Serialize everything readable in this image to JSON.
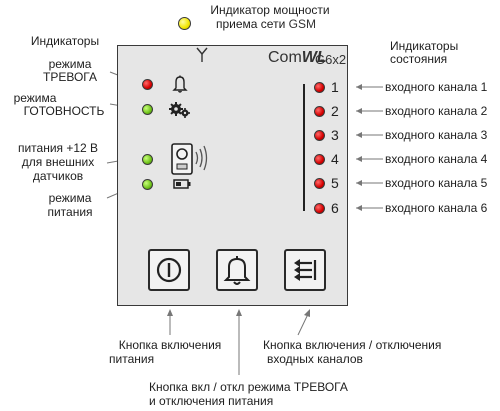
{
  "top": {
    "gsm_label_line1": "Индикатор мощности",
    "gsm_label_line2": "приема сети",
    "gsm_label_gsm": "GSM"
  },
  "left": {
    "indicators_title": "Индикаторы",
    "alarm_mode_line1": "режима",
    "alarm_mode_line2": "ТРЕВОГА",
    "ready_mode_line1": "режима",
    "ready_mode_line2": "ГОТОВНОСТЬ",
    "power_ext_line1": "питания +12 В",
    "power_ext_line2": "для внешних",
    "power_ext_line3": "датчиков",
    "power_mode_line1": "режима",
    "power_mode_line2": "питания"
  },
  "right": {
    "state_title_line1": "Индикаторы",
    "state_title_line2": "состояния",
    "channels": [
      "входного канала 1",
      "входного канала 2",
      "входного канала 3",
      "входного канала 4",
      "входного канала 5",
      "входного канала 6"
    ]
  },
  "panel": {
    "brand_com": "Com",
    "brand_wl": "WL",
    "model": "G6x2",
    "channel_numbers": [
      "1",
      "2",
      "3",
      "4",
      "5",
      "6"
    ]
  },
  "bottom": {
    "power_btn_line1": "Кнопка включения",
    "power_btn_line2": "питания",
    "inputs_btn_line1": "Кнопка включения / отключения",
    "inputs_btn_line2": "входных каналов",
    "alarm_btn_line1": "Кнопка вкл / откл режима ТРЕВОГА",
    "alarm_btn_line2": "и отключения питания"
  },
  "colors": {
    "led_red": "#d60000",
    "led_green": "#6fc21a",
    "led_yellow": "#f2e600",
    "panel_bg": "#e6e6e6"
  },
  "icons": {
    "antenna": "antenna-icon",
    "bell": "bell-icon",
    "gears": "gears-icon",
    "sensor": "sensor-icon",
    "battery": "battery-icon",
    "power": "power-icon",
    "arrows": "arrows-icon"
  }
}
